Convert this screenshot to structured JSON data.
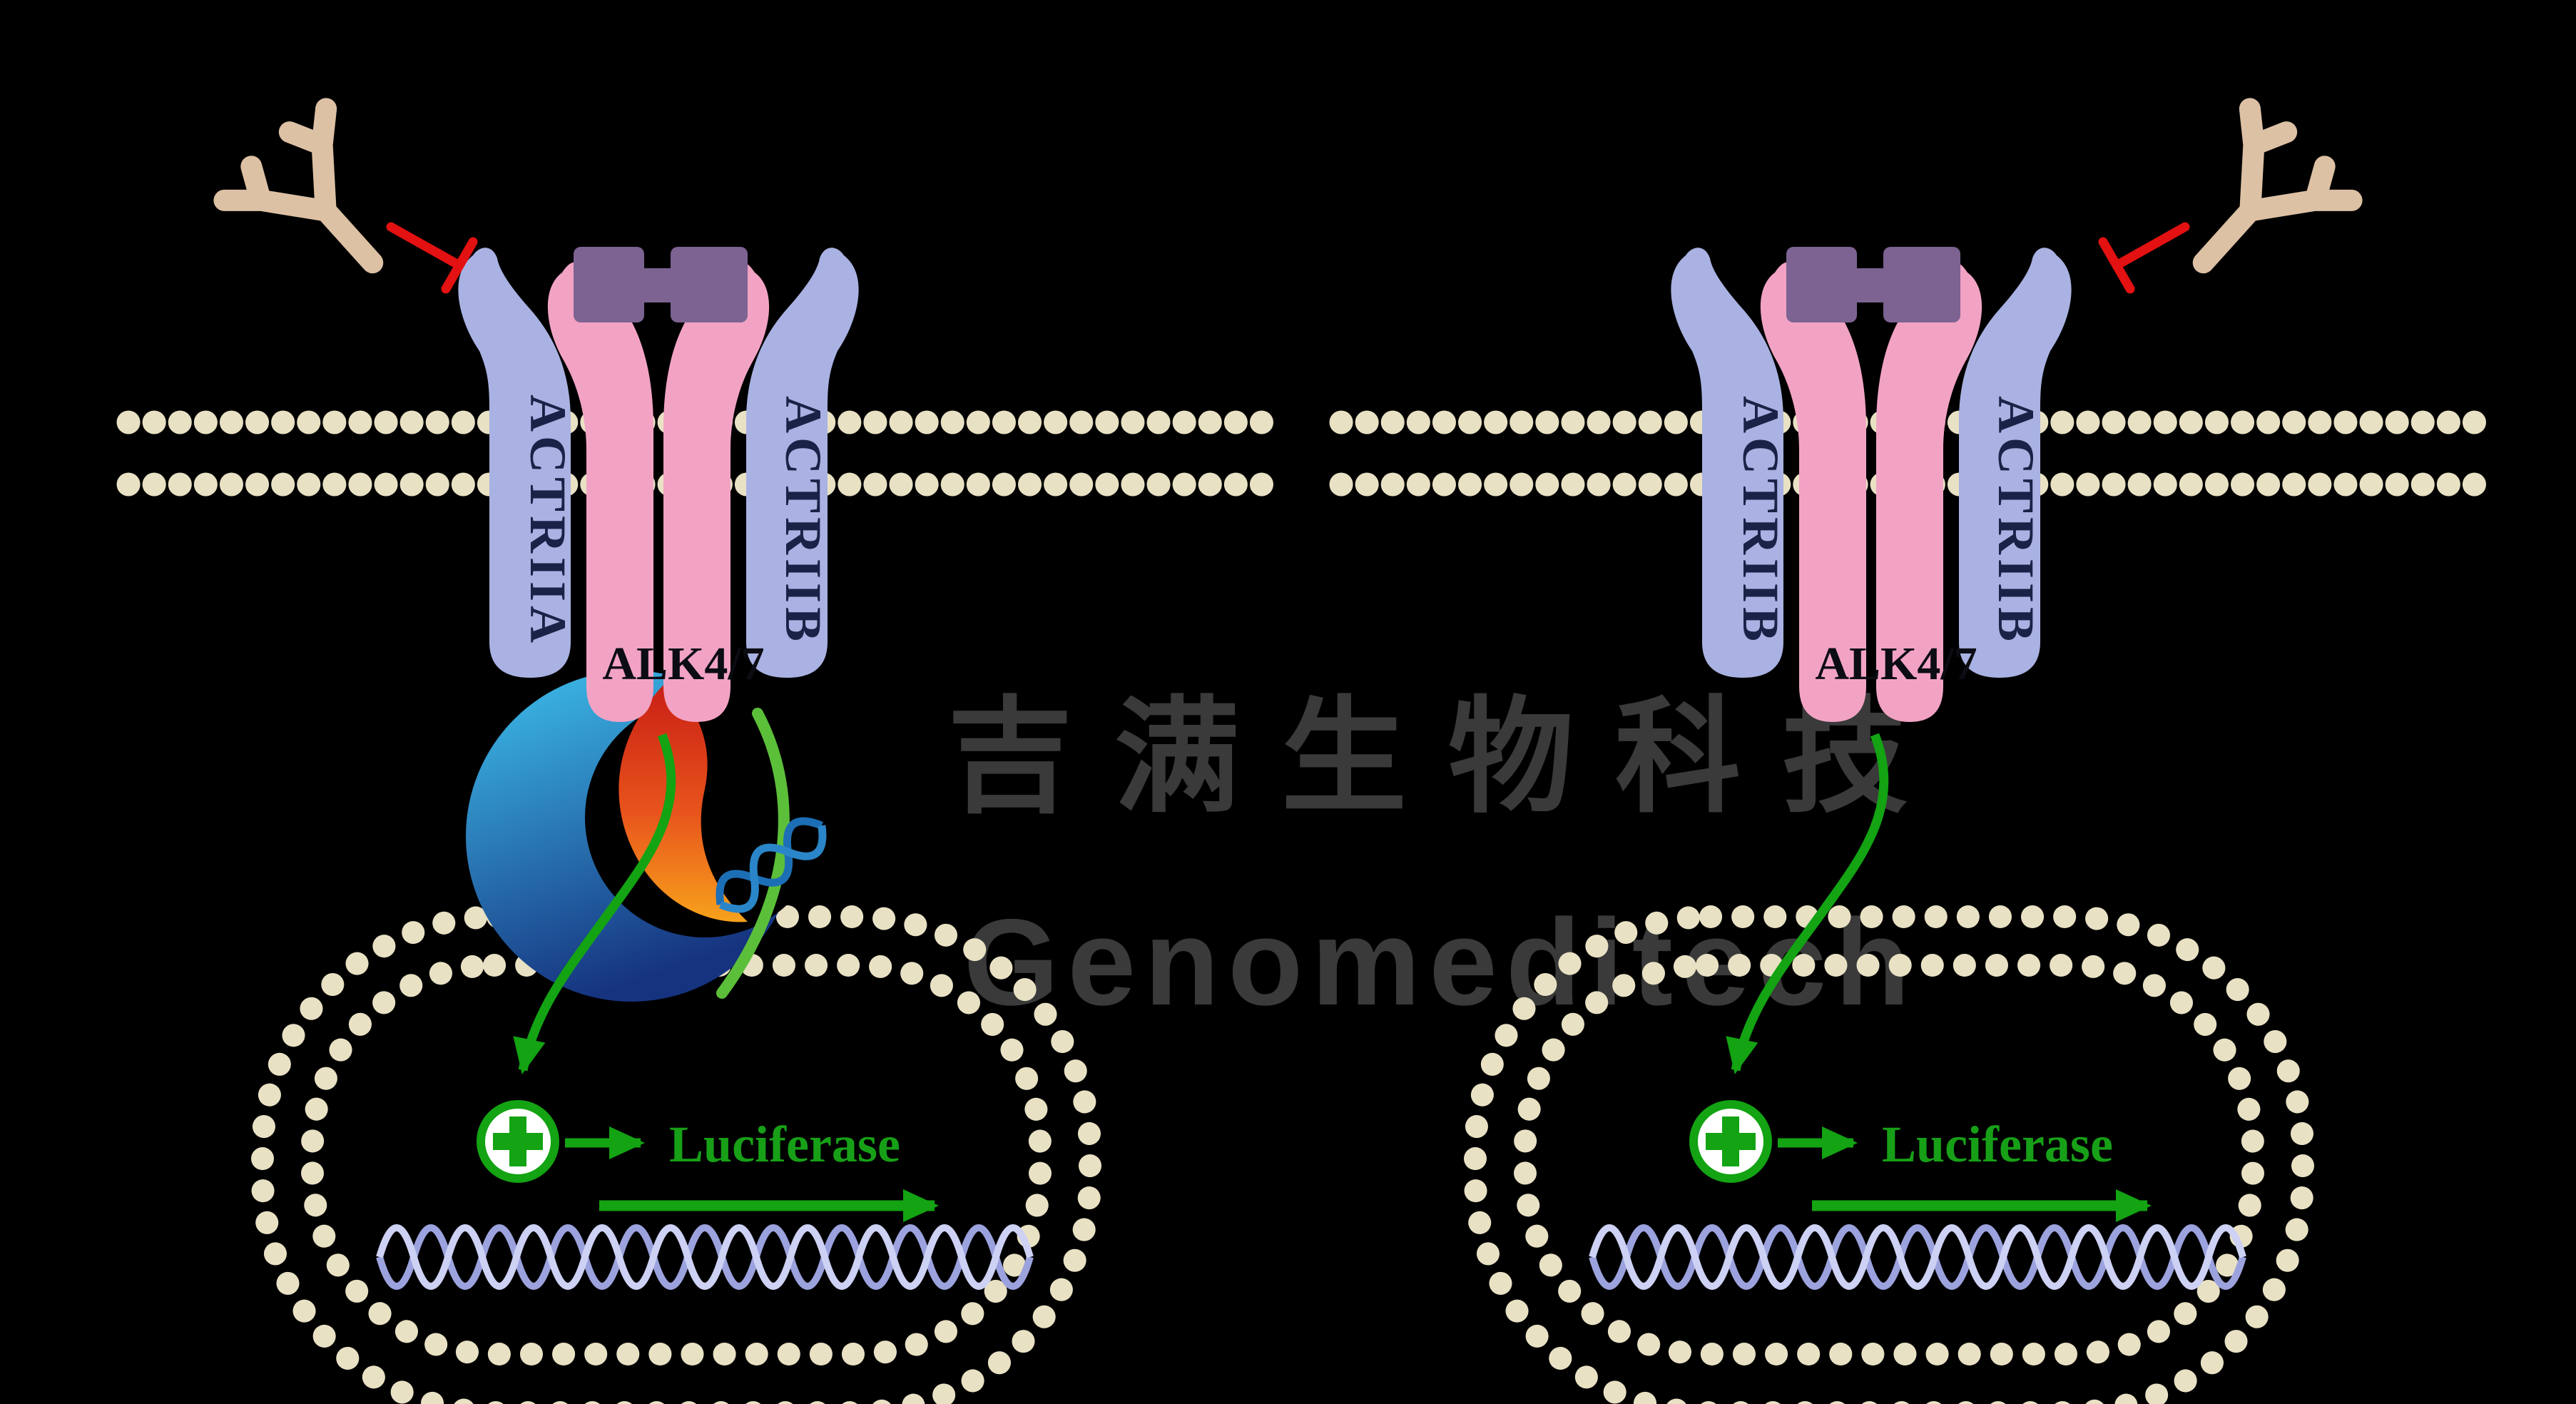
{
  "watermark": {
    "brand_cn": "吉满生物科技",
    "brand_en": "Genomeditech"
  },
  "left_panel": {
    "receptor_left_label": "ACTRIIA",
    "receptor_right_label": "ACTRIIB",
    "type1_receptor_label": "ALK4/7",
    "reporter_gene_label": "Luciferase"
  },
  "right_panel": {
    "receptor_left_label": "ACTRIIB",
    "receptor_right_label": "ACTRIIB",
    "type1_receptor_label": "ALK4/7",
    "reporter_gene_label": "Luciferase"
  },
  "icons": {
    "antibody-icon": "Y-shaped forked antibody strokes",
    "inhibition-bar-icon": "red line ending in perpendicular blunt bar",
    "ligand-dimer-icon": "H-shaped purple dimer blocks",
    "plus-circle-icon": "green circle with plus sign (pathway activation)",
    "genomeditech-logo-mark": "blue crescent, red-orange flame, green ribbon and mini DNA helix",
    "dna-helix-icon": "horizontal double helix (reporter promoter DNA)",
    "transcription-arrow-icon": "green right arrow over DNA",
    "signal-arrow-icon": "green wavy arrow from receptor to nucleus"
  },
  "colors": {
    "background": "#000000",
    "membrane_dot": "#e9e1c4",
    "receptor_type2_fill": "#a9b2e2",
    "receptor_type1_fill": "#f2a3c4",
    "ligand_fill": "#7c6391",
    "antibody_fill": "#ddc1a5",
    "inhibitor_red": "#e31111",
    "signal_green": "#13a313",
    "dna_strand": "#c9cdf2",
    "watermark_gray": "#3a3a3a",
    "receptor_label_navy": "#1b2247"
  }
}
